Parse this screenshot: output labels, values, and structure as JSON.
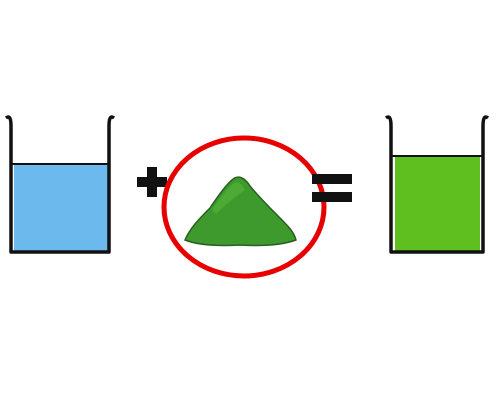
{
  "colors": {
    "background": "#ffffff",
    "beaker_outline": "#111111",
    "water_liquid": "#6cb9ee",
    "result_liquid": "#5fbf1e",
    "powder": "#3e9a2c",
    "powder_highlight": "#58b53c",
    "powder_outline": "#2a5f21",
    "highlight_circle": "#e60000",
    "operator": "#111111"
  },
  "elements": {
    "left_beaker": {
      "contents": "water",
      "liquid_color_key": "water_liquid"
    },
    "plus_sign": {
      "symbol": "plus"
    },
    "powder_pile": {
      "highlighted": true
    },
    "equals_sign": {
      "symbol": "equals"
    },
    "right_beaker": {
      "contents": "green solution",
      "liquid_color_key": "result_liquid"
    }
  }
}
